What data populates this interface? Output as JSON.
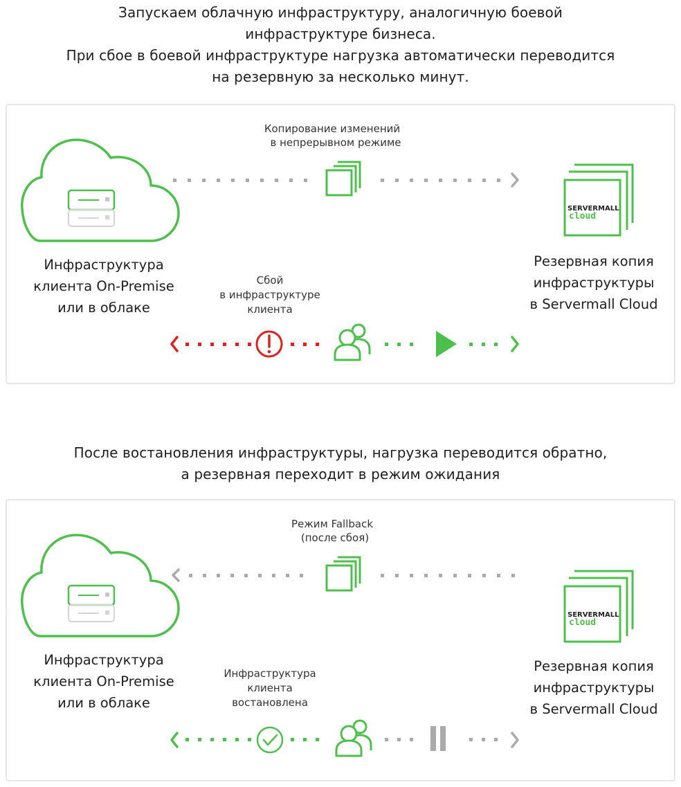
{
  "intro": {
    "line1": "Запускаем облачную инфраструктуру, аналогичную боевой",
    "line2": "инфраструктуре бизнеса.",
    "line3": "При сбое в боевой инфраструктуре нагрузка автоматически переводится",
    "line4": "на резервную за несколько минут."
  },
  "panel1": {
    "copy_label_1": "Копирование изменений",
    "copy_label_2": "в непрерывном режиме",
    "client_1": "Инфраструктура",
    "client_2": "клиента On-Premise",
    "client_3": "или в облаке",
    "backup_1": "Резервная копия",
    "backup_2": "инфраструктуры",
    "backup_3": "в Servermall Cloud",
    "fail_1": "Сбой",
    "fail_2": "в инфраструктуре",
    "fail_3": "клиента",
    "brand_top": "SERVERMALL",
    "brand_bottom": "cloud"
  },
  "middle": {
    "line1": "После востановления инфраструктуры, нагрузка переводится обратно,",
    "line2": "а резервная переходит в режим ожидания"
  },
  "panel2": {
    "fallback_1": "Режим Fallback",
    "fallback_2": "(после сбоя)",
    "client_1": "Инфраструктура",
    "client_2": "клиента On-Premise",
    "client_3": "или в облаке",
    "backup_1": "Резервная копия",
    "backup_2": "инфраструктуры",
    "backup_3": "в Servermall Cloud",
    "restored_1": "Инфраструктура",
    "restored_2": "клиента",
    "restored_3": "востановлена",
    "brand_top": "SERVERMALL",
    "brand_bottom": "cloud"
  },
  "colors": {
    "green": "#4cc04a",
    "red": "#e0201c",
    "gray": "#aaaaaa",
    "panel_border": "#e6e6e6"
  }
}
